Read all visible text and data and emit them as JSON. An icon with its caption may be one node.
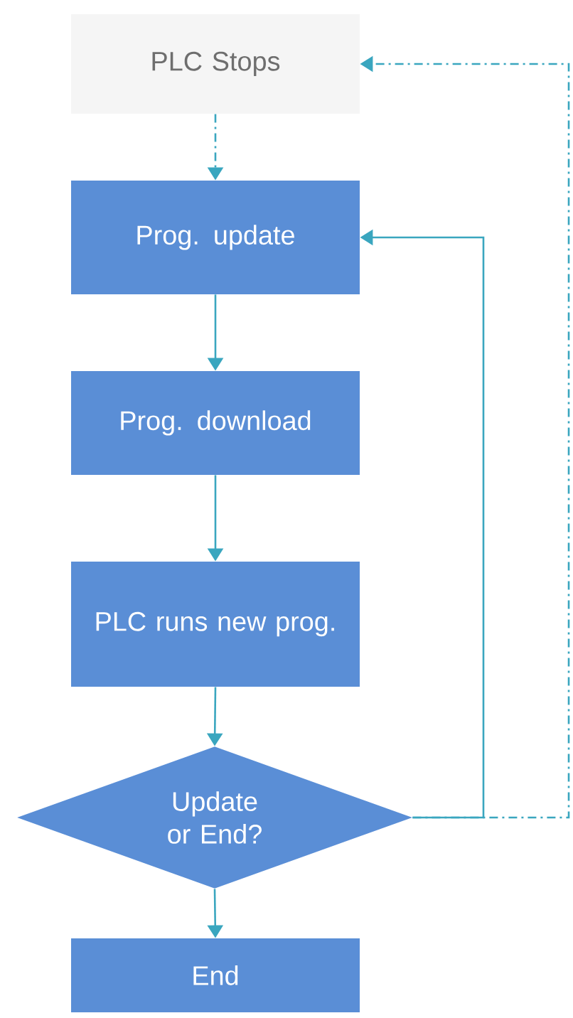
{
  "diagram": {
    "nodes": [
      {
        "text": [
          "PLC Stops"
        ]
      },
      {
        "text": [
          "Prog. update"
        ]
      },
      {
        "text": [
          "Prog. download"
        ]
      },
      {
        "text": [
          "PLC runs new prog."
        ]
      },
      {
        "text": [
          "Update or End?"
        ]
      },
      {
        "text": [
          "End"
        ]
      }
    ],
    "edges": [
      {
        "from": 0,
        "to": 1,
        "arrow": "to",
        "style": "dashed"
      },
      {
        "from": 1,
        "to": 2,
        "arrow": "to"
      },
      {
        "from": 2,
        "to": 3,
        "arrow": "to"
      },
      {
        "from": 3,
        "to": 4,
        "arrow": "to"
      },
      {
        "from": 4,
        "to": 5,
        "arrow": "to"
      },
      {
        "from": 4,
        "to": 1,
        "arrow": "to"
      },
      {
        "from": 4,
        "to": 0,
        "arrow": "to",
        "style": "dashed"
      }
    ]
  }
}
